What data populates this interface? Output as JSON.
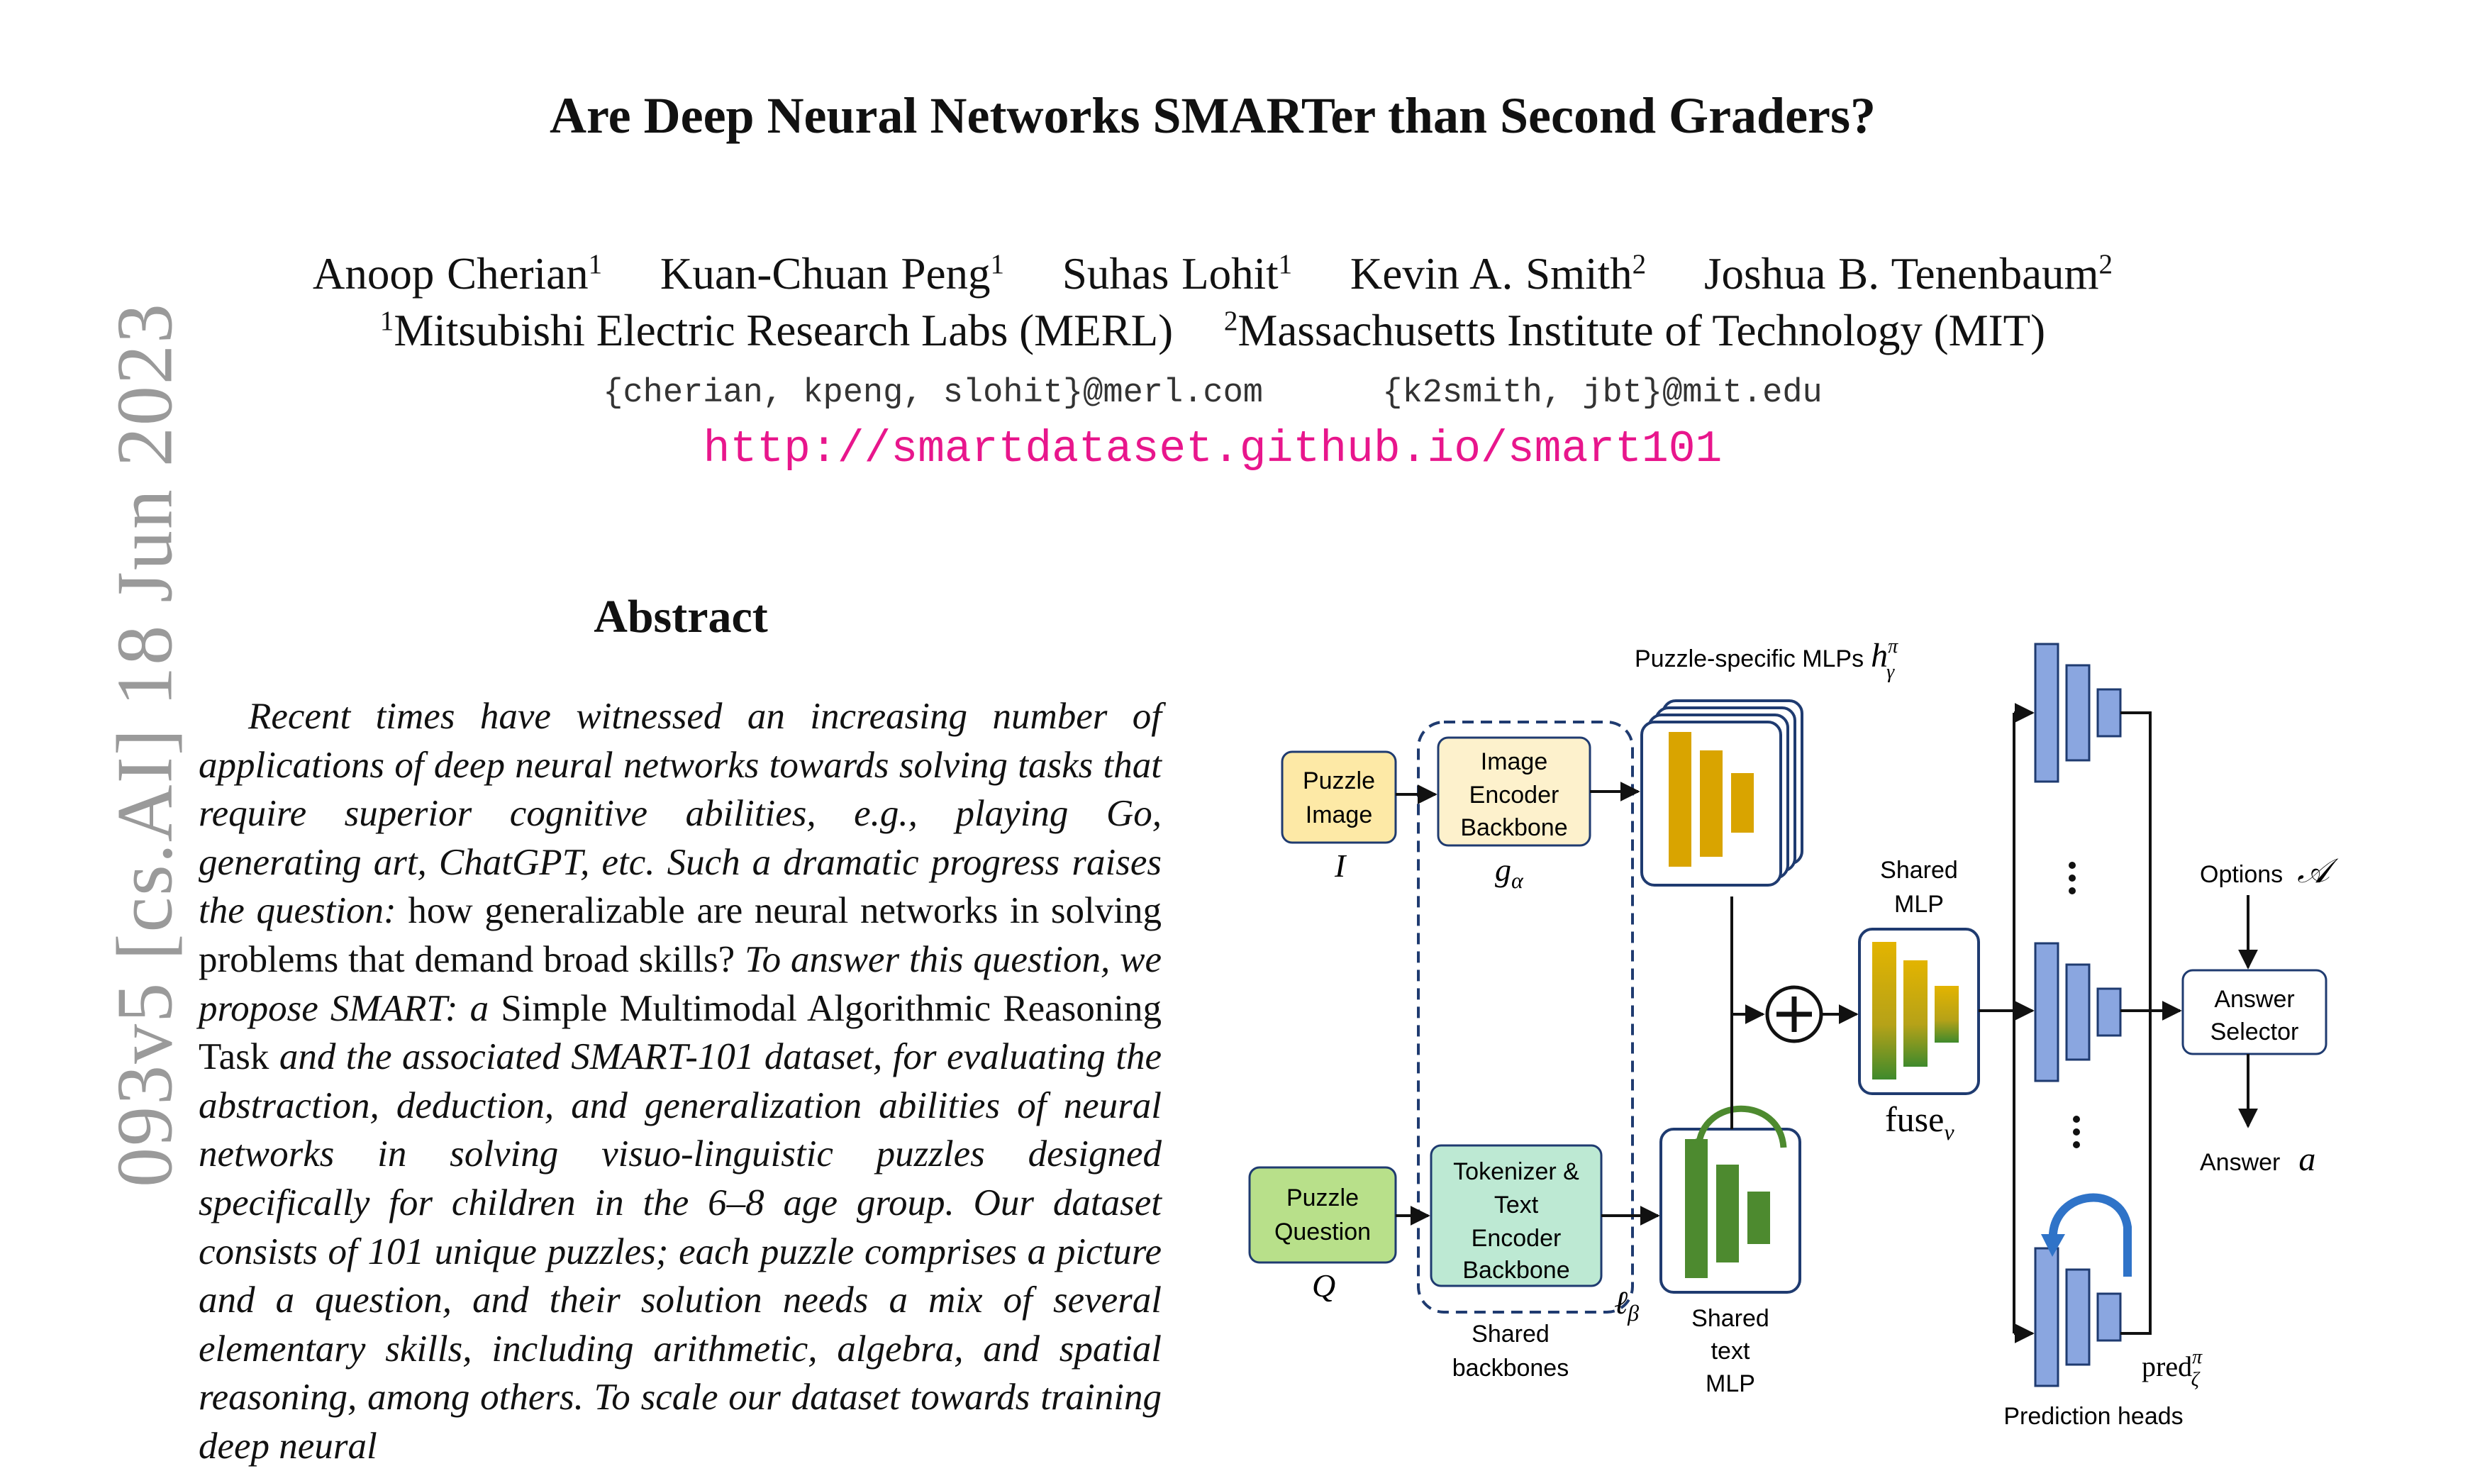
{
  "paper": {
    "title": "Are Deep Neural Networks SMARTer than Second Graders?",
    "authors": [
      {
        "name": "Anoop Cherian",
        "aff": "1"
      },
      {
        "name": "Kuan-Chuan Peng",
        "aff": "1"
      },
      {
        "name": "Suhas Lohit",
        "aff": "1"
      },
      {
        "name": "Kevin A. Smith",
        "aff": "2"
      },
      {
        "name": "Joshua B. Tenenbaum",
        "aff": "2"
      }
    ],
    "affiliations": [
      {
        "num": "1",
        "name": "Mitsubishi Electric Research Labs (MERL)"
      },
      {
        "num": "2",
        "name": "Massachusetts Institute of Technology (MIT)"
      }
    ],
    "emails": [
      "{cherian, kpeng, slohit}@merl.com",
      "{k2smith, jbt}@mit.edu"
    ],
    "url": "http://smartdataset.github.io/smart101",
    "arxiv_stamp": "093v5  [cs.AI]  18 Jun 2023"
  },
  "abstract": {
    "heading": "Abstract",
    "p1": "Recent times have witnessed an increasing number of applications of deep neural networks towards solving tasks that require superior cognitive abilities, e.g., playing Go, generating art, ChatGPT, etc.  Such a dramatic progress raises the question:",
    "p2": " how generalizable are neural networks in solving problems that demand broad skills? ",
    "p3": "To answer this question, we propose SMART: a ",
    "p4": "Simple Multimodal Algorithmic Reasoning Task",
    "p5": " and the associated SMART-101 dataset, for evaluating the abstraction, deduction, and generalization abilities of neural networks in solving visuo-linguistic puzzles designed specifically for children in the 6–8 age group.  Our dataset consists of 101 unique puzzles; each puzzle comprises a picture and a question, and their solution needs a mix of several elementary skills, including arithmetic, algebra, and spatial reasoning, among others.  To scale our dataset towards training deep neural"
  },
  "figure": {
    "puzzle_image": [
      "Puzzle",
      "Image"
    ],
    "puzzle_image_sym": "I",
    "image_encoder": [
      "Image",
      "Encoder",
      "Backbone"
    ],
    "image_encoder_sym": "g",
    "image_encoder_sub": "α",
    "puzzle_question": [
      "Puzzle",
      "Question"
    ],
    "puzzle_question_sym": "Q",
    "text_encoder": [
      "Tokenizer &",
      "Text",
      "Encoder",
      "Backbone"
    ],
    "text_encoder_sym": "ℓ",
    "text_encoder_sub": "β",
    "shared_backbones": [
      "Shared",
      "backbones"
    ],
    "puzzle_mlps_label": "Puzzle-specific MLPs",
    "puzzle_mlps_sym": "h",
    "puzzle_mlps_sup": "π",
    "puzzle_mlps_sub": "γ",
    "shared_mlp": [
      "Shared",
      "MLP"
    ],
    "fuse_label": "fuse",
    "fuse_sub": "ν",
    "shared_text_mlp": [
      "Shared",
      "text",
      "MLP"
    ],
    "options_label": "Options",
    "options_sym": "𝒜",
    "answer_selector": [
      "Answer",
      "Selector"
    ],
    "answer_label": "Answer",
    "answer_sym": "a",
    "pred_label": "pred",
    "pred_sup": "π",
    "pred_sub": "ζ",
    "prediction_heads": "Prediction heads",
    "colors": {
      "puzzle_image": "#fde9a6",
      "image_encoder": "#fdf1cc",
      "puzzle_question": "#b8e08a",
      "text_encoder": "#bde9d3",
      "box_border": "#1f3b70",
      "gold_bar": "#d9a400",
      "green_bar": "#4d8a2f",
      "blue_bar": "#8aa6e0",
      "blue_arrow": "#2f73c8",
      "green_arrow": "#4d8a2f"
    }
  }
}
